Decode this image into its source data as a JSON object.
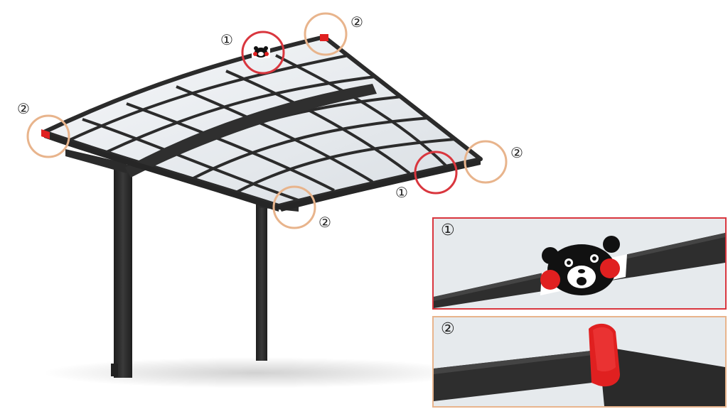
{
  "markers": {
    "label_1": "①",
    "label_2": "②"
  },
  "panels": {
    "panel_1_label": "①",
    "panel_2_label": "②"
  },
  "colors": {
    "frame": "#2b2b2b",
    "roof": "#e9edf0",
    "marker_1": "#d9363e",
    "marker_2": "#e8b48c",
    "cap": "#e02020"
  },
  "icons": {
    "mascot": "bear-mascot-sticker-icon",
    "end_cap": "red-end-cap-icon"
  }
}
